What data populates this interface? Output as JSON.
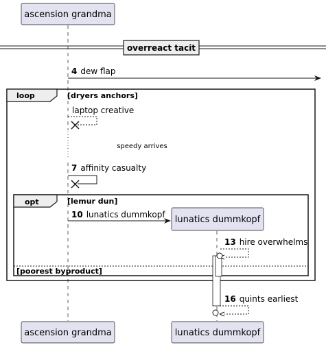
{
  "participants": {
    "grandma": "ascension grandma",
    "lunatics": "lunatics dummkopf"
  },
  "divider": "overreact tacit",
  "loop": {
    "keyword": "loop",
    "guard": "[dryers anchors]"
  },
  "opt": {
    "keyword": "opt",
    "guard": "[lemur dun]",
    "else_guard": "[poorest byproduct]"
  },
  "messages": {
    "m4": {
      "num": "4",
      "text": "dew flap"
    },
    "laptop": {
      "text": "laptop creative"
    },
    "delay": {
      "text": "speedy arrives"
    },
    "m7": {
      "num": "7",
      "text": "affinity casualty"
    },
    "m10": {
      "num": "10",
      "text": "lunatics dummkopf"
    },
    "m13": {
      "num": "13",
      "text": "hire overwhelms"
    },
    "m16": {
      "num": "16",
      "text": "quints earliest"
    }
  },
  "colors": {
    "participant_fill": "#E2E2F0",
    "participant_border": "#181818",
    "line": "#181818"
  }
}
